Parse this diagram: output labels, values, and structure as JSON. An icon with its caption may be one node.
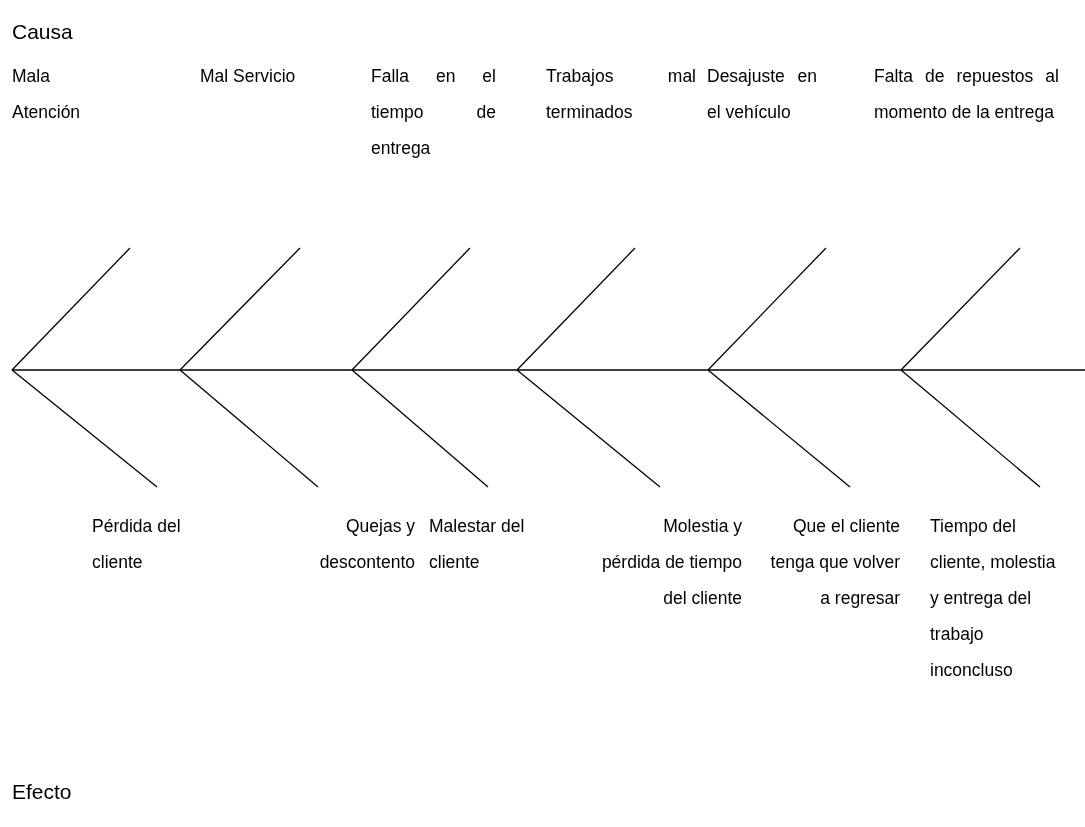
{
  "diagram": {
    "labels": [
      "Causa",
      "Mala Atención",
      "Mal Servicio",
      "Falla en el tiempo de entrega",
      "Trabajos mal terminados",
      "Desajuste en el vehículo",
      "Falta de repuestos al momento de la entrega",
      "Pérdida del cliente",
      "Quejas y descontento",
      "Malestar del cliente",
      "Molestia y pérdida de tiempo del cliente",
      "Que el cliente tenga que volver a regresar",
      "Tiempo del cliente, molestia y entrega del trabajo inconcluso",
      "Efecto"
    ]
  }
}
